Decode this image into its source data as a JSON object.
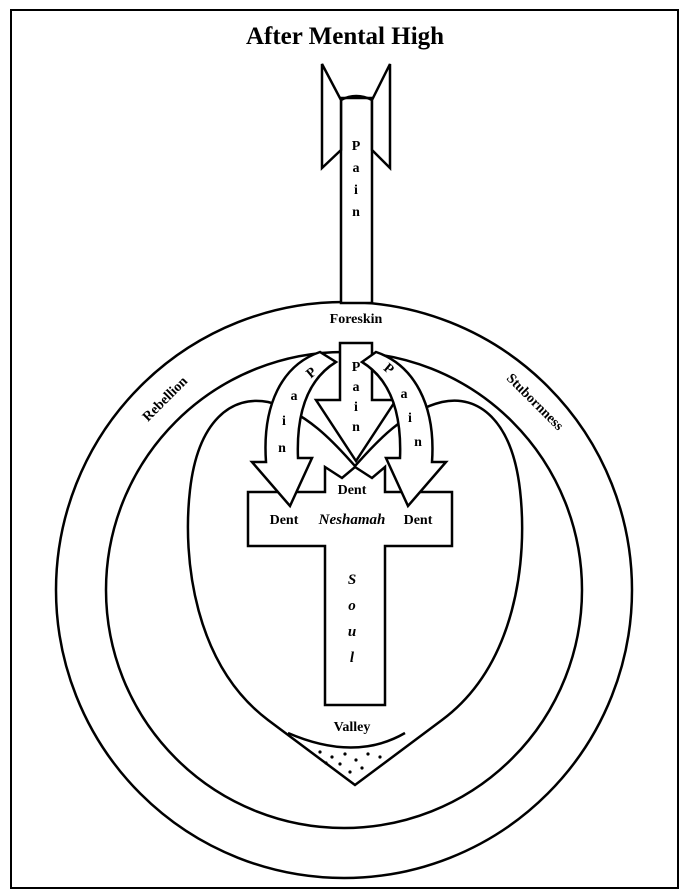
{
  "title": "After Mental High",
  "labels": {
    "foreskin": "Foreskin",
    "rebellion": "Rebellion",
    "stubornness": "Stubornness",
    "dent": "Dent",
    "neshamah": "Neshamah",
    "valley": "Valley"
  },
  "pain_letters": [
    "P",
    "a",
    "i",
    "n"
  ],
  "soul_letters": [
    "S",
    "o",
    "u",
    "l"
  ]
}
